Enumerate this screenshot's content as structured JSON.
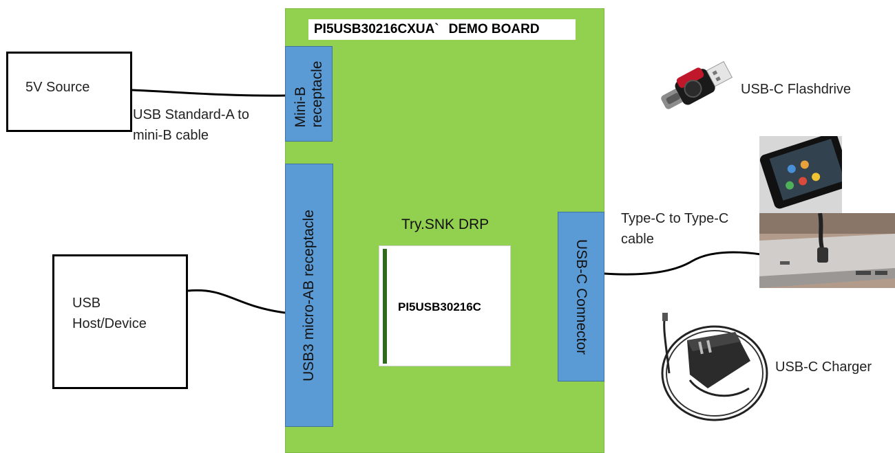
{
  "board": {
    "title_part": "PI5USB30216CXUA`",
    "title_suffix": "DEMO BOARD",
    "mode_label": "Try.SNK DRP",
    "chip_label": "PI5USB30216C"
  },
  "receptacles": {
    "mini_b": "Mini-B\nreceptacle",
    "micro_ab": "USB3 micro-AB receptacle",
    "usbc": "USB-C Connector"
  },
  "source_box": {
    "label": "5V Source"
  },
  "host_box": {
    "line1": "USB",
    "line2": "Host/Device"
  },
  "cables": {
    "mini_b_line1": "USB Standard-A to",
    "mini_b_line2": "mini-B cable",
    "typec_line1": "Type-C to Type-C",
    "typec_line2": "cable"
  },
  "devices": {
    "flashdrive": "USB-C Flashdrive",
    "charger": "USB-C Charger"
  },
  "colors": {
    "board": "#92d050",
    "receptacle": "#5b9bd5"
  },
  "icons": [
    "usb-flashdrive-icon",
    "smartphone-icon",
    "laptop-icon",
    "usb-charger-icon"
  ]
}
